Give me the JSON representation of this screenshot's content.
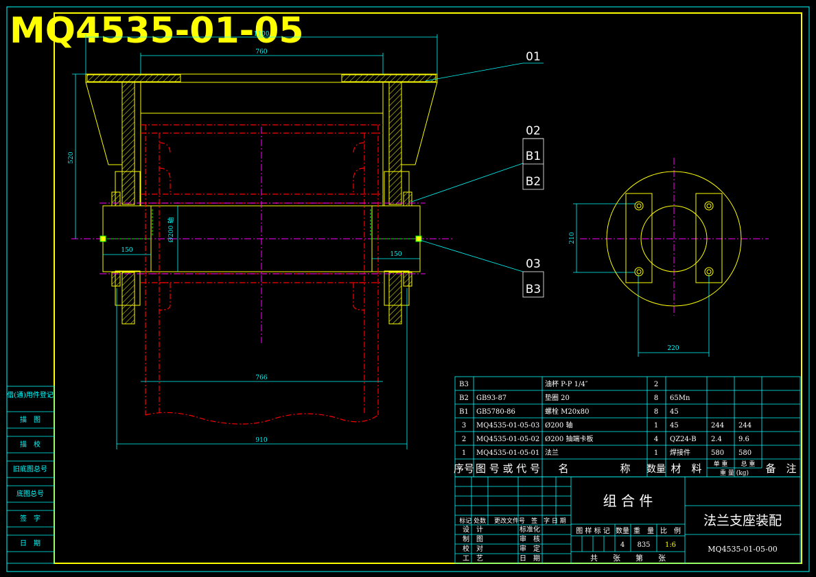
{
  "drawing_id": "MQ4535-01-05",
  "balloons": {
    "b01": "01",
    "b02": "02",
    "bB1": "B1",
    "bB2": "B2",
    "b03": "03",
    "bB3": "B3"
  },
  "dims": {
    "d1100": "1100",
    "d760": "760",
    "d520": "520",
    "d150l": "150",
    "d150r": "150",
    "dshaft": "Ø200 轴",
    "d766": "766",
    "d910": "910",
    "d210": "210",
    "d220": "220"
  },
  "side_block": {
    "rows": [
      "借(通)用件登记",
      "描　图",
      "描　校",
      "旧底图总号",
      "底图总号",
      "签　字",
      "日　期"
    ]
  },
  "bom": {
    "rows": [
      {
        "no": "B3",
        "code": "",
        "name": "油杯 P-P 1/4″",
        "qty": "2",
        "mat": "",
        "unit": "",
        "total": "",
        "note": ""
      },
      {
        "no": "B2",
        "code": "GB93-87",
        "name": "垫圈 20",
        "qty": "8",
        "mat": "65Mn",
        "unit": "",
        "total": "",
        "note": ""
      },
      {
        "no": "B1",
        "code": "GB5780-86",
        "name": "螺栓 M20x80",
        "qty": "8",
        "mat": "45",
        "unit": "",
        "total": "",
        "note": ""
      },
      {
        "no": "3",
        "code": "MQ4535-01-05-03",
        "name": "Ø200 轴",
        "qty": "1",
        "mat": "45",
        "unit": "244",
        "total": "244",
        "note": ""
      },
      {
        "no": "2",
        "code": "MQ4535-01-05-02",
        "name": "Ø200 抽端卡板",
        "qty": "4",
        "mat": "QZ24-B",
        "unit": "2.4",
        "total": "9.6",
        "note": ""
      },
      {
        "no": "1",
        "code": "MQ4535-01-05-01",
        "name": "法兰",
        "qty": "1",
        "mat": "焊接件",
        "unit": "580",
        "total": "580",
        "note": ""
      }
    ],
    "header": {
      "no": "序号",
      "code": "图 号 或 代 号",
      "name": "名　　　　　称",
      "qty": "数量",
      "mat": "材　料",
      "unit_top": "单 重",
      "total_top": "总 重",
      "weight": "重 量 (kg)",
      "note": "备　注"
    }
  },
  "title_block": {
    "assembly": "组 合 件",
    "title": "法兰支座装配",
    "drawing_no": "MQ4535-01-05-00",
    "rev_header": "标记 处数 　更改文件号　签　字 日 期",
    "roles_l": [
      "设　计",
      "制　图",
      "校　对",
      "工　艺"
    ],
    "roles_r": [
      "标准化",
      "审　核",
      "审　定",
      "日　期"
    ],
    "stage_header": "图 样 标 记",
    "qty_label": "数量",
    "weight_label": "重　量",
    "scale_label": "比　例",
    "qty": "4",
    "weight": "835",
    "scale": "1:6",
    "sheets": "共　　张　　第　　张"
  },
  "colors": {
    "frame": "#ffff00",
    "table": "#00ffff",
    "red": "#ff0000",
    "center": "#ff00ff",
    "green": "#00ff00",
    "white": "#ffffff"
  }
}
